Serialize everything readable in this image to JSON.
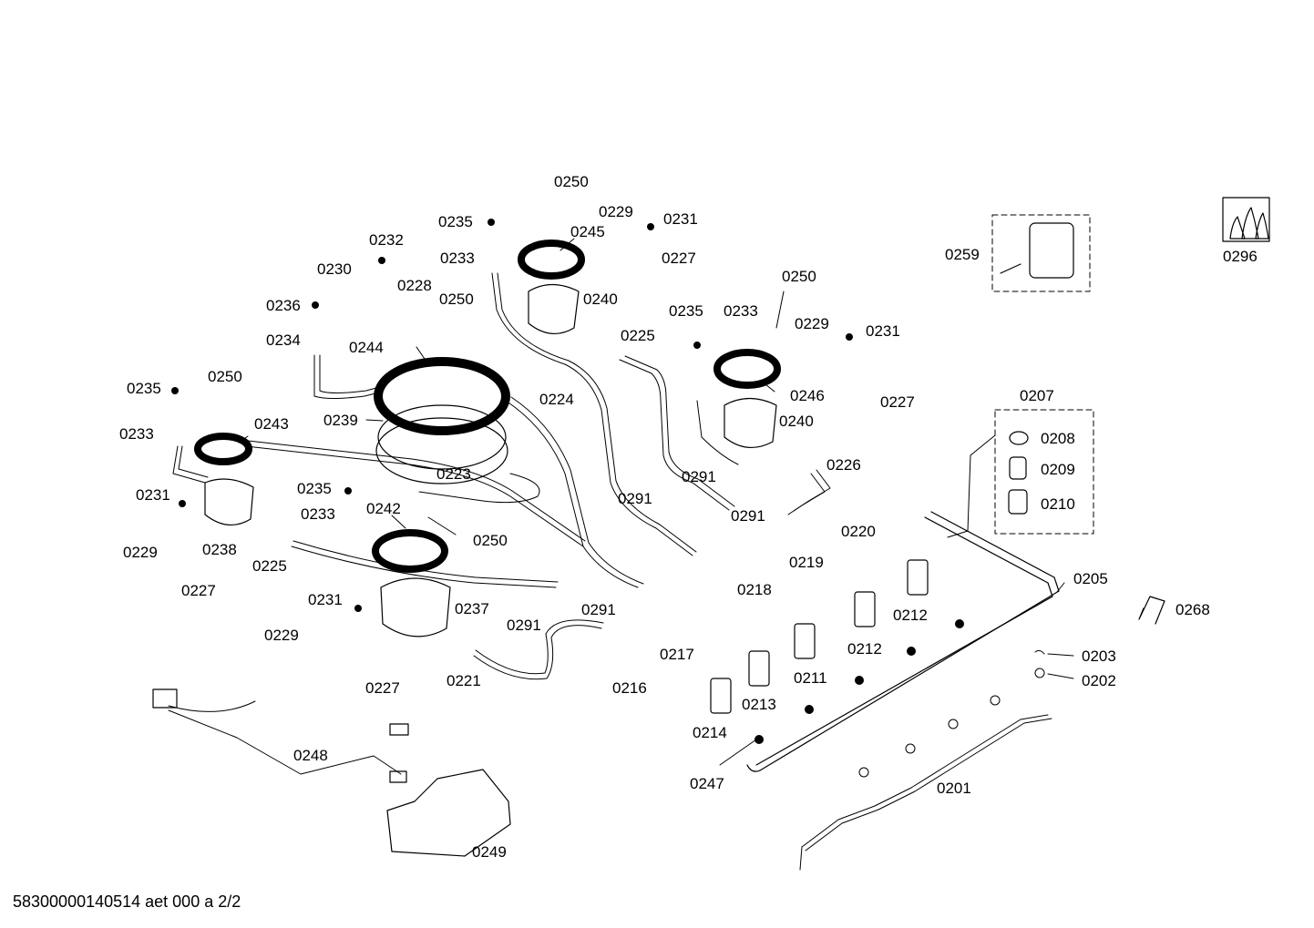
{
  "diagram": {
    "labels": [
      {
        "text": "0250"
      },
      {
        "text": "0235"
      },
      {
        "text": "0229"
      },
      {
        "text": "0231"
      },
      {
        "text": "0245"
      },
      {
        "text": "0232"
      },
      {
        "text": "0233"
      },
      {
        "text": "0227"
      },
      {
        "text": "0230"
      },
      {
        "text": "0228"
      },
      {
        "text": "0250"
      },
      {
        "text": "0240"
      },
      {
        "text": "0236"
      },
      {
        "text": "0250"
      },
      {
        "text": "0235"
      },
      {
        "text": "0233"
      },
      {
        "text": "0229"
      },
      {
        "text": "0231"
      },
      {
        "text": "0234"
      },
      {
        "text": "0225"
      },
      {
        "text": "0244"
      },
      {
        "text": "0246"
      },
      {
        "text": "0227"
      },
      {
        "text": "0235"
      },
      {
        "text": "0250"
      },
      {
        "text": "0224"
      },
      {
        "text": "0239"
      },
      {
        "text": "0240"
      },
      {
        "text": "0233"
      },
      {
        "text": "0243"
      },
      {
        "text": "0223"
      },
      {
        "text": "0226"
      },
      {
        "text": "0291"
      },
      {
        "text": "0231"
      },
      {
        "text": "0235"
      },
      {
        "text": "0291"
      },
      {
        "text": "0233"
      },
      {
        "text": "0242"
      },
      {
        "text": "0291"
      },
      {
        "text": "0229"
      },
      {
        "text": "0250"
      },
      {
        "text": "0238"
      },
      {
        "text": "0225"
      },
      {
        "text": "0231"
      },
      {
        "text": "0237"
      },
      {
        "text": "0291"
      },
      {
        "text": "0291"
      },
      {
        "text": "0227"
      },
      {
        "text": "0229"
      },
      {
        "text": "0227"
      },
      {
        "text": "0221"
      },
      {
        "text": "0220"
      },
      {
        "text": "0219"
      },
      {
        "text": "0218"
      },
      {
        "text": "0217"
      },
      {
        "text": "0216"
      },
      {
        "text": "0212"
      },
      {
        "text": "0212"
      },
      {
        "text": "0211"
      },
      {
        "text": "0213"
      },
      {
        "text": "0214"
      },
      {
        "text": "0247"
      },
      {
        "text": "0248"
      },
      {
        "text": "0249"
      },
      {
        "text": "0201"
      },
      {
        "text": "0205"
      },
      {
        "text": "0203"
      },
      {
        "text": "0202"
      },
      {
        "text": "0268"
      },
      {
        "text": "0207"
      },
      {
        "text": "0208"
      },
      {
        "text": "0209"
      },
      {
        "text": "0210"
      },
      {
        "text": "0259"
      },
      {
        "text": "0296"
      }
    ],
    "footer": "58300000140514 aet 000 a 2/2"
  }
}
